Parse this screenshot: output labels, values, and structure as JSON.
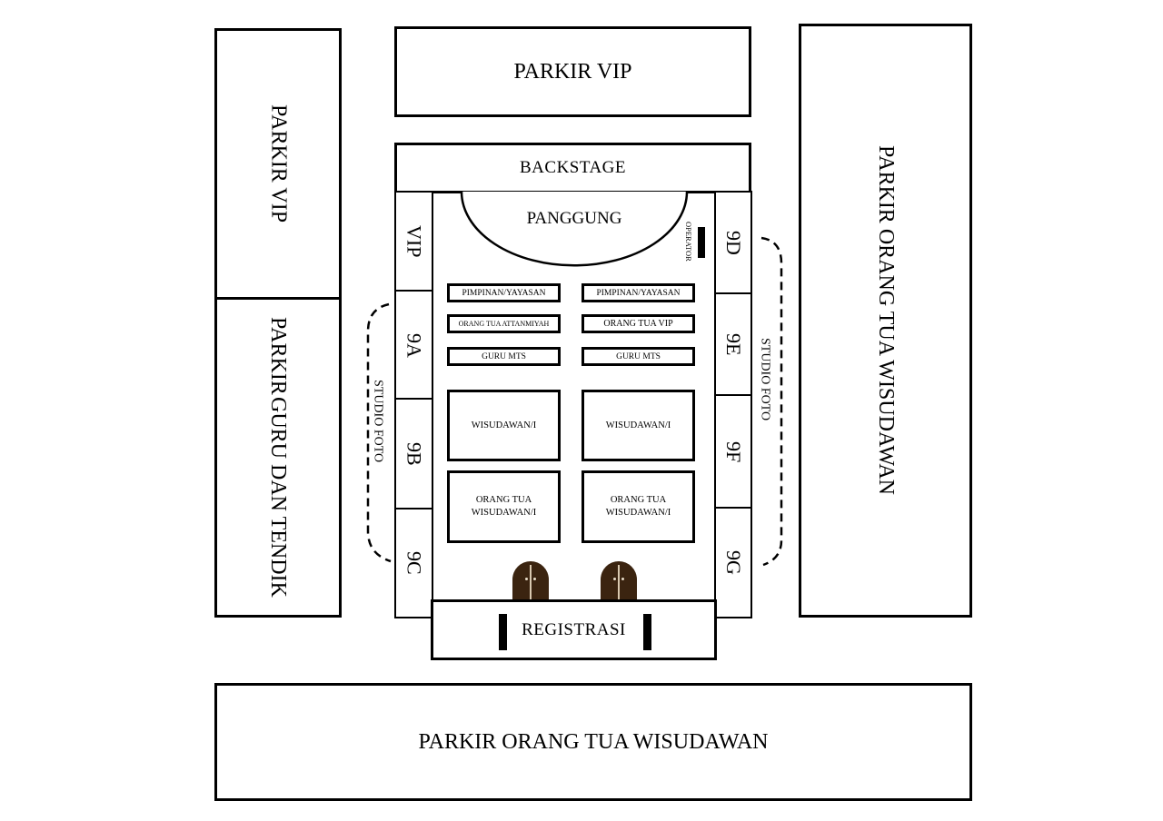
{
  "zones": {
    "parkir_vip_top": "PARKIR VIP",
    "parkir_vip_left": "PARKIR VIP",
    "parkir_guru_line1": "PARKIR",
    "parkir_guru_line2": "GURU DAN TENDIK",
    "parkir_ortu_right": "PARKIR ORANG TUA WISUDAWAN",
    "parkir_ortu_bottom": "PARKIR ORANG TUA WISUDAWAN",
    "backstage": "BACKSTAGE",
    "panggung": "PANGGUNG",
    "operator": "OPERATOR",
    "registrasi": "REGISTRASI"
  },
  "studio_foto": {
    "left": "STUDIO FOTO",
    "right": "STUDIO FOTO"
  },
  "left_rooms": [
    "VIP",
    "9A",
    "9B",
    "9C"
  ],
  "right_rooms": [
    "9D",
    "9E",
    "9F",
    "9G"
  ],
  "seating": {
    "left": [
      "PIMPINAN/YAYASAN",
      "ORANG TUA ATTANMIYAH",
      "GURU MTS"
    ],
    "right": [
      "PIMPINAN/YAYASAN",
      "ORANG TUA VIP",
      "GURU MTS"
    ]
  },
  "blocks": {
    "wisudawan_left": "WISUDAWAN/I",
    "wisudawan_right": "WISUDAWAN/I",
    "ortu_left_line1": "ORANG TUA",
    "ortu_left_line2": "WISUDAWAN/I",
    "ortu_right_line1": "ORANG TUA",
    "ortu_right_line2": "WISUDAWAN/I"
  },
  "colors": {
    "door": "#3b2410",
    "line": "#000000",
    "background": "#ffffff"
  }
}
